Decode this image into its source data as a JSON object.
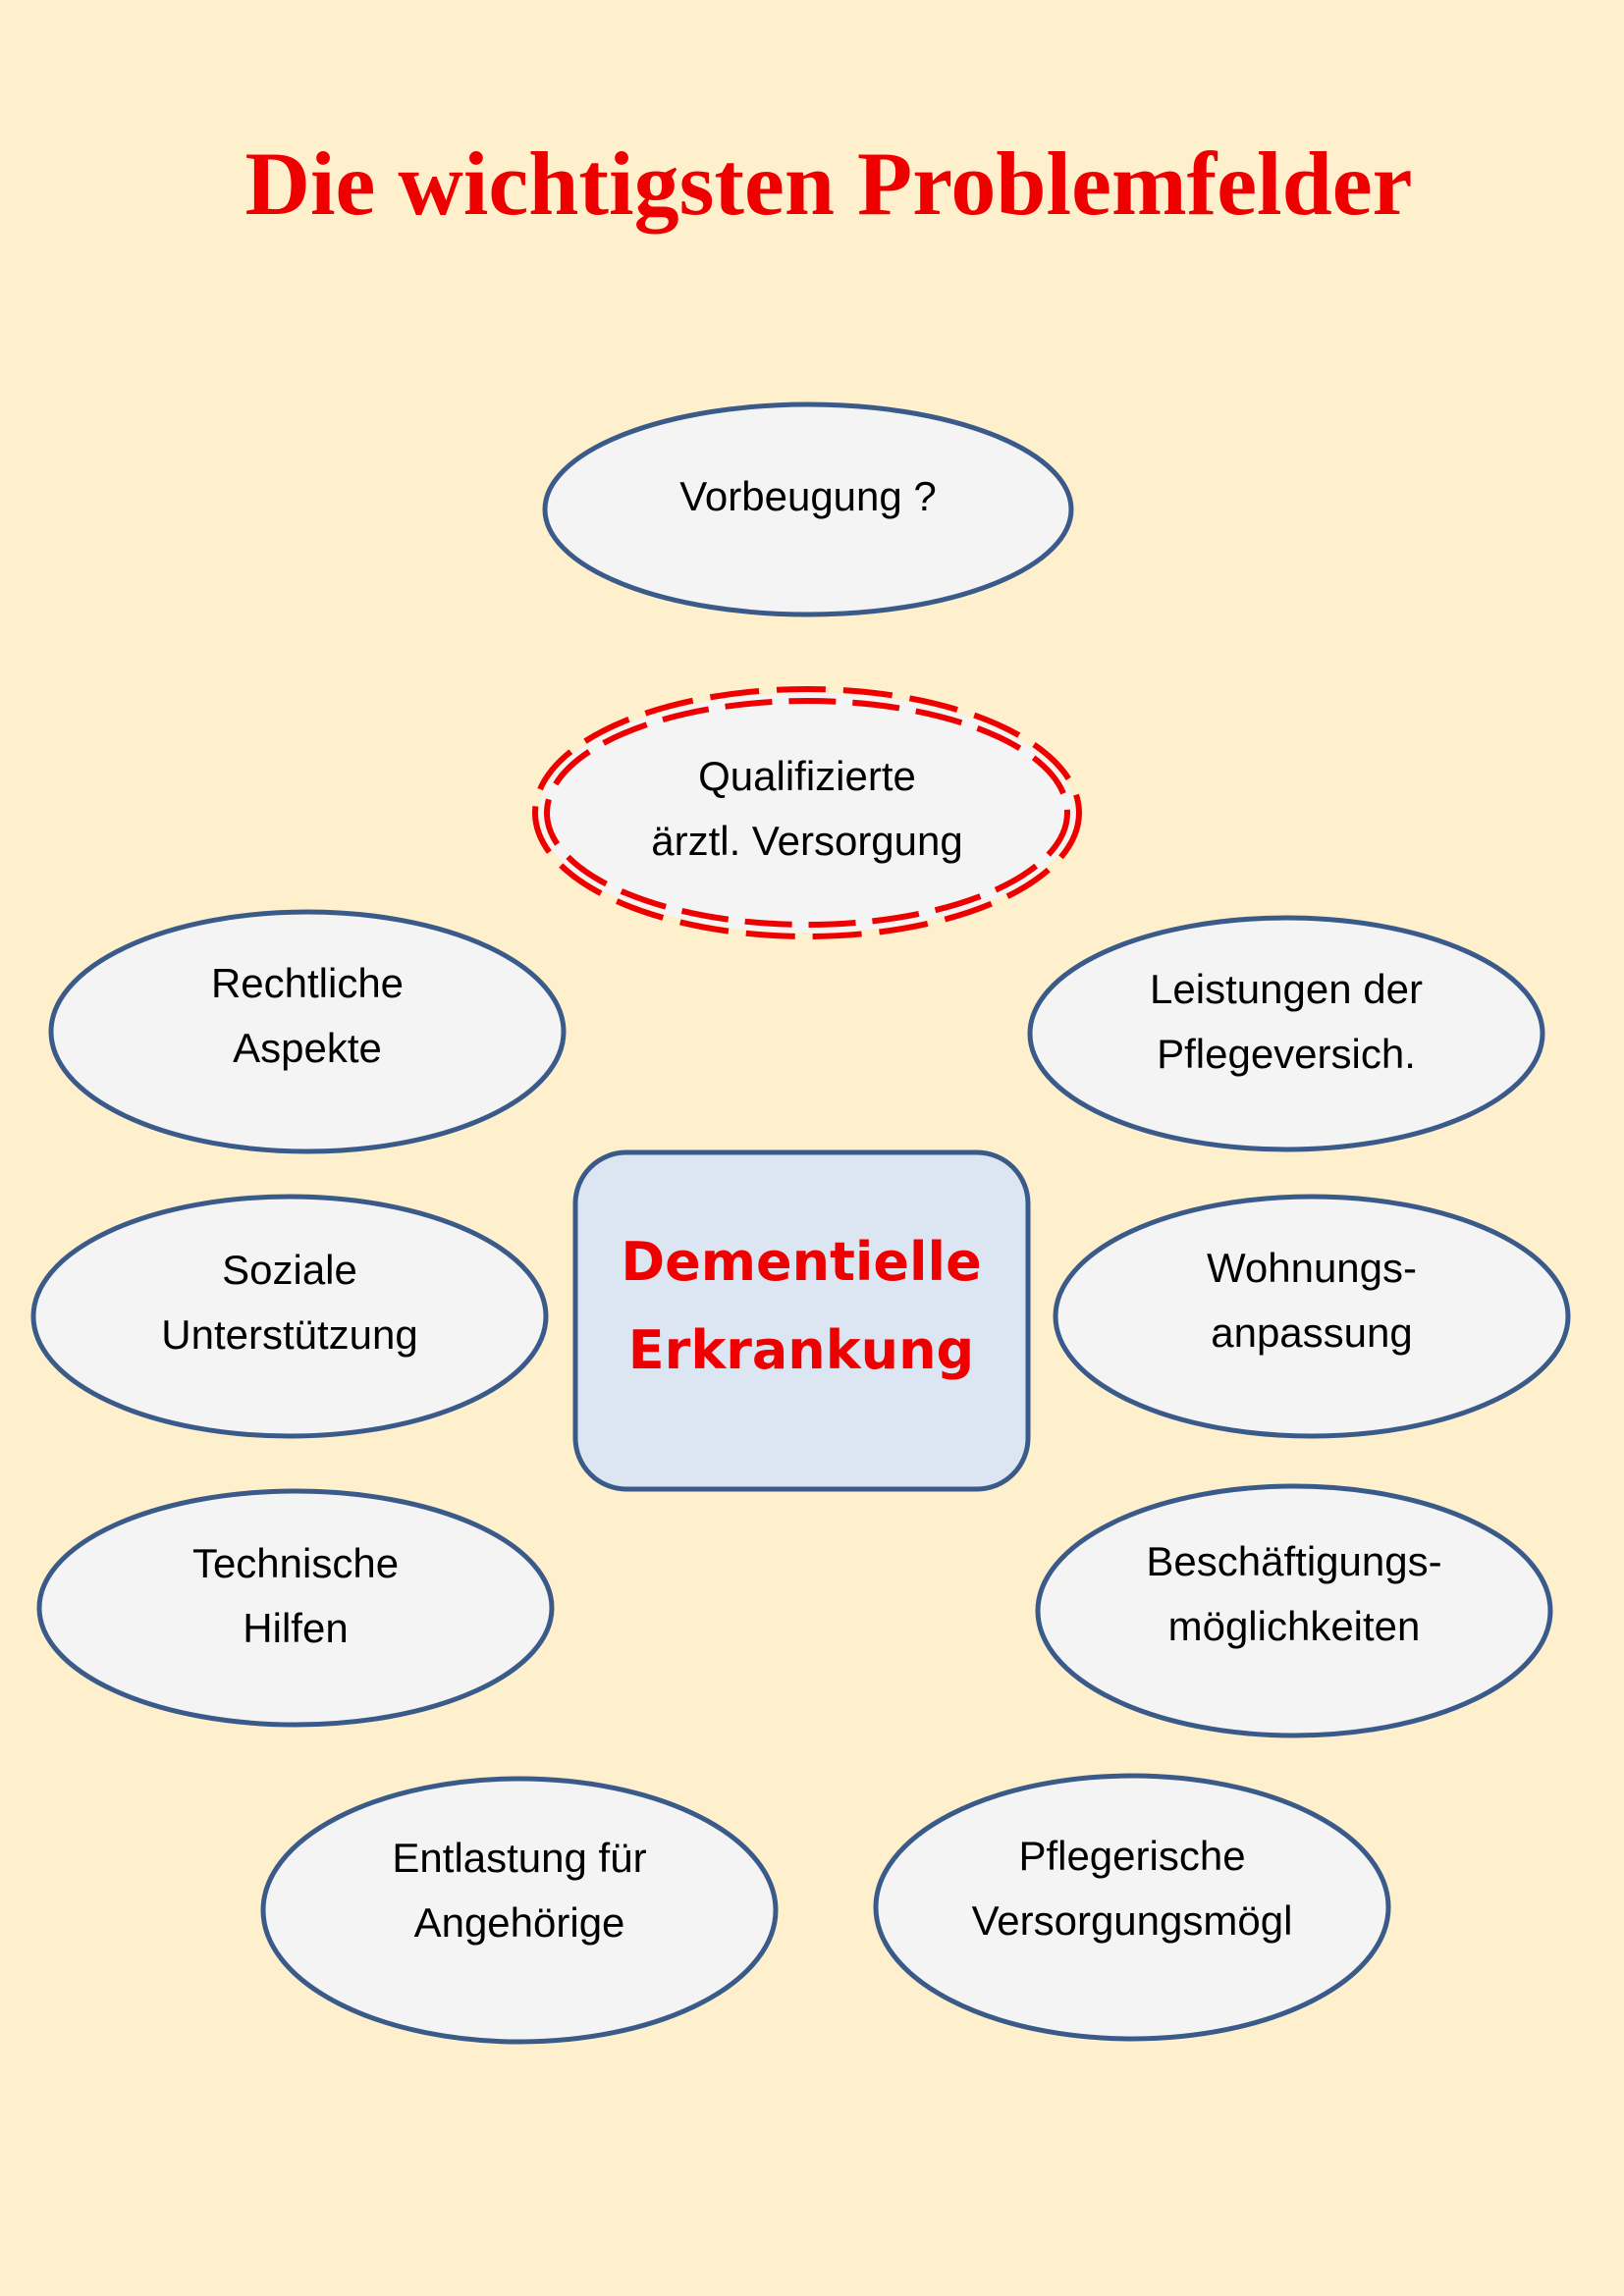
{
  "title": "Die wichtigsten Problemfelder",
  "center": {
    "line1": "Dementielle",
    "line2": "Erkrankung"
  },
  "nodes": {
    "vorbeugung": {
      "line1": "Vorbeugung ?"
    },
    "aerztlich": {
      "line1": "Qualifizierte",
      "line2": "ärztl. Versorgung"
    },
    "rechtlich": {
      "line1": "Rechtliche",
      "line2": "Aspekte"
    },
    "pflegeversicherung": {
      "line1": "Leistungen der",
      "line2": "Pflegeversich."
    },
    "sozial": {
      "line1": "Soziale",
      "line2": "Unterstützung"
    },
    "wohnung": {
      "line1": "Wohnungs-",
      "line2": "anpassung"
    },
    "technisch": {
      "line1": "Technische",
      "line2": "Hilfen"
    },
    "beschaeftigung": {
      "line1": "Beschäftigungs-",
      "line2": "möglichkeiten"
    },
    "entlastung": {
      "line1": "Entlastung für",
      "line2": "Angehörige"
    },
    "pflegerisch": {
      "line1": "Pflegerische",
      "line2": "Versorgungsmögl"
    }
  },
  "colors": {
    "background": "#fef0cd",
    "accent": "#ee0000",
    "border": "#3a5a8a",
    "center_fill": "#dce6f2"
  }
}
